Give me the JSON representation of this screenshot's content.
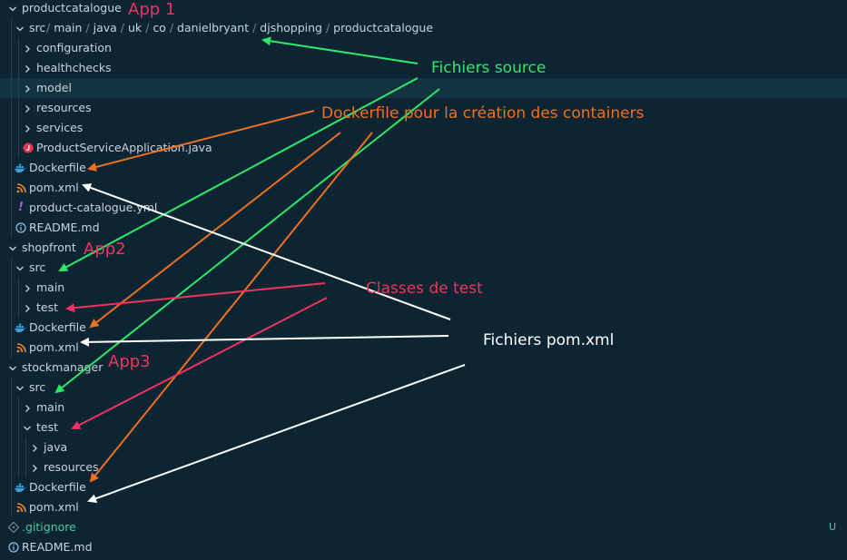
{
  "tree": {
    "items": [
      {
        "label": "productcatalogue",
        "depth": 0,
        "kind": "folder",
        "open": true
      },
      {
        "label": "src",
        "depth": 1,
        "kind": "folder",
        "open": true,
        "path": [
          "main",
          "java",
          "uk",
          "co",
          "danielbryant",
          "djshopping",
          "productcatalogue"
        ]
      },
      {
        "label": "configuration",
        "depth": 2,
        "kind": "folder",
        "open": false
      },
      {
        "label": "healthchecks",
        "depth": 2,
        "kind": "folder",
        "open": false
      },
      {
        "label": "model",
        "depth": 2,
        "kind": "folder",
        "open": false,
        "selected": true
      },
      {
        "label": "resources",
        "depth": 2,
        "kind": "folder",
        "open": false
      },
      {
        "label": "services",
        "depth": 2,
        "kind": "folder",
        "open": false
      },
      {
        "label": "ProductServiceApplication.java",
        "depth": 2,
        "kind": "java"
      },
      {
        "label": "Dockerfile",
        "depth": 1,
        "kind": "docker"
      },
      {
        "label": "pom.xml",
        "depth": 1,
        "kind": "xml"
      },
      {
        "label": "product-catalogue.yml",
        "depth": 1,
        "kind": "yml"
      },
      {
        "label": "README.md",
        "depth": 1,
        "kind": "info"
      },
      {
        "label": "shopfront",
        "depth": 0,
        "kind": "folder",
        "open": true
      },
      {
        "label": "src",
        "depth": 1,
        "kind": "folder",
        "open": true
      },
      {
        "label": "main",
        "depth": 2,
        "kind": "folder",
        "open": false
      },
      {
        "label": "test",
        "depth": 2,
        "kind": "folder",
        "open": false
      },
      {
        "label": "Dockerfile",
        "depth": 1,
        "kind": "docker"
      },
      {
        "label": "pom.xml",
        "depth": 1,
        "kind": "xml"
      },
      {
        "label": "stockmanager",
        "depth": 0,
        "kind": "folder",
        "open": true
      },
      {
        "label": "src",
        "depth": 1,
        "kind": "folder",
        "open": true
      },
      {
        "label": "main",
        "depth": 2,
        "kind": "folder",
        "open": false
      },
      {
        "label": "test",
        "depth": 2,
        "kind": "folder",
        "open": true
      },
      {
        "label": "java",
        "depth": 3,
        "kind": "folder",
        "open": false
      },
      {
        "label": "resources",
        "depth": 3,
        "kind": "folder",
        "open": false
      },
      {
        "label": "Dockerfile",
        "depth": 1,
        "kind": "docker"
      },
      {
        "label": "pom.xml",
        "depth": 1,
        "kind": "xml"
      },
      {
        "label": ".gitignore",
        "depth": 0,
        "kind": "git",
        "badge": "U"
      },
      {
        "label": "README.md",
        "depth": 0,
        "kind": "info"
      }
    ]
  },
  "annotations": {
    "app1": "App 1",
    "app2": "App2",
    "app3": "App3",
    "sources": "Fichiers source",
    "dockerfile": "Dockerfile pour la création des containers",
    "tests": "Classes de test",
    "pom": "Fichiers pom.xml"
  },
  "colors": {
    "background": "#0d2532",
    "selected_row": "#133340",
    "text": "#c9d4da",
    "app_label": "#f0335e",
    "sources": "#2ee86a",
    "dockerfile": "#f07020",
    "tests": "#f0335e",
    "pom": "#ffffff",
    "git_badge": "#4ec9a0",
    "docker_icon": "#3e9fd6",
    "xml_icon": "#f28a1c",
    "java_icon": "#e8344a",
    "yml_icon": "#c050e0"
  }
}
